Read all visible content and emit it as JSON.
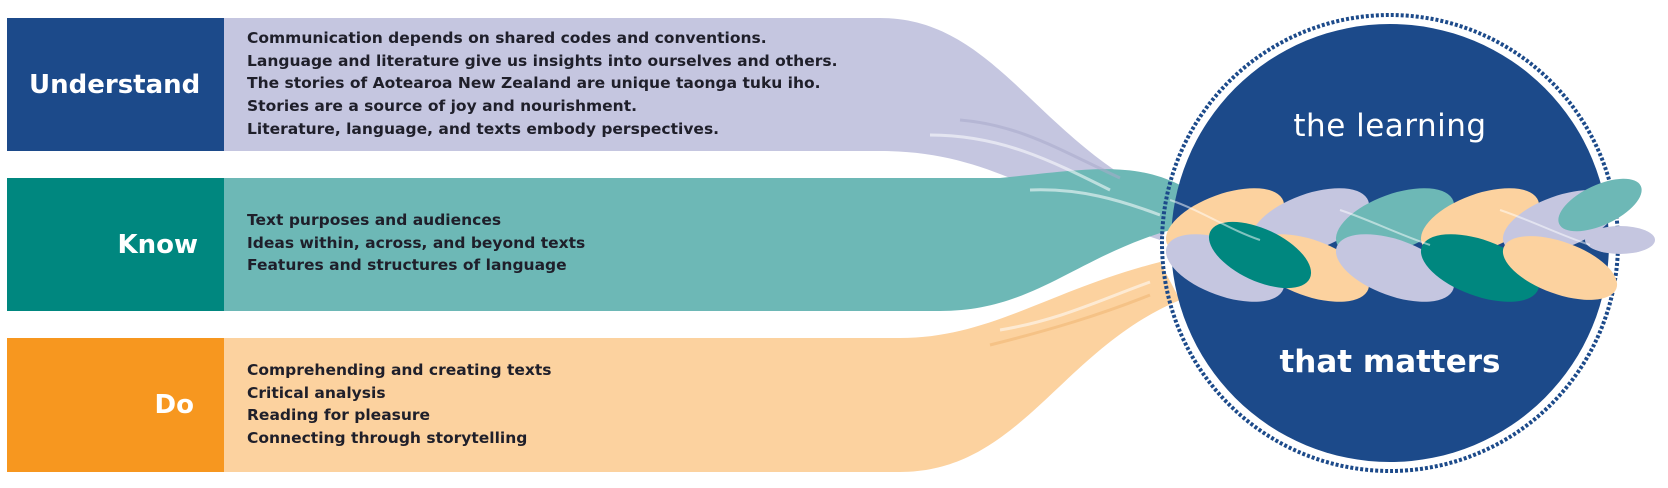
{
  "sections": {
    "understand": {
      "label": "Understand",
      "items": [
        "Communication depends on shared codes and conventions.",
        "Language and literature give us insights into ourselves and others.",
        "The stories of Aotearoa New Zealand are unique taonga tuku iho.",
        "Stories are a source of joy and nourishment.",
        "Literature, language, and texts embody perspectives."
      ]
    },
    "know": {
      "label": "Know",
      "items": [
        "Text purposes and audiences",
        "Ideas within, across, and beyond texts",
        "Features and structures of language"
      ]
    },
    "do": {
      "label": "Do",
      "items": [
        "Comprehending and creating texts",
        "Critical analysis",
        "Reading for pleasure",
        "Connecting through storytelling"
      ]
    }
  },
  "circle": {
    "top_text": "the learning",
    "bottom_text": "that matters"
  },
  "colors": {
    "understand_dark": "#1c4a8a",
    "understand_light": "#c5c6e0",
    "know_dark": "#00877f",
    "know_light": "#6db8b6",
    "do_dark": "#f7971f",
    "do_light": "#fcd29f",
    "circle": "#1c4a8a"
  }
}
